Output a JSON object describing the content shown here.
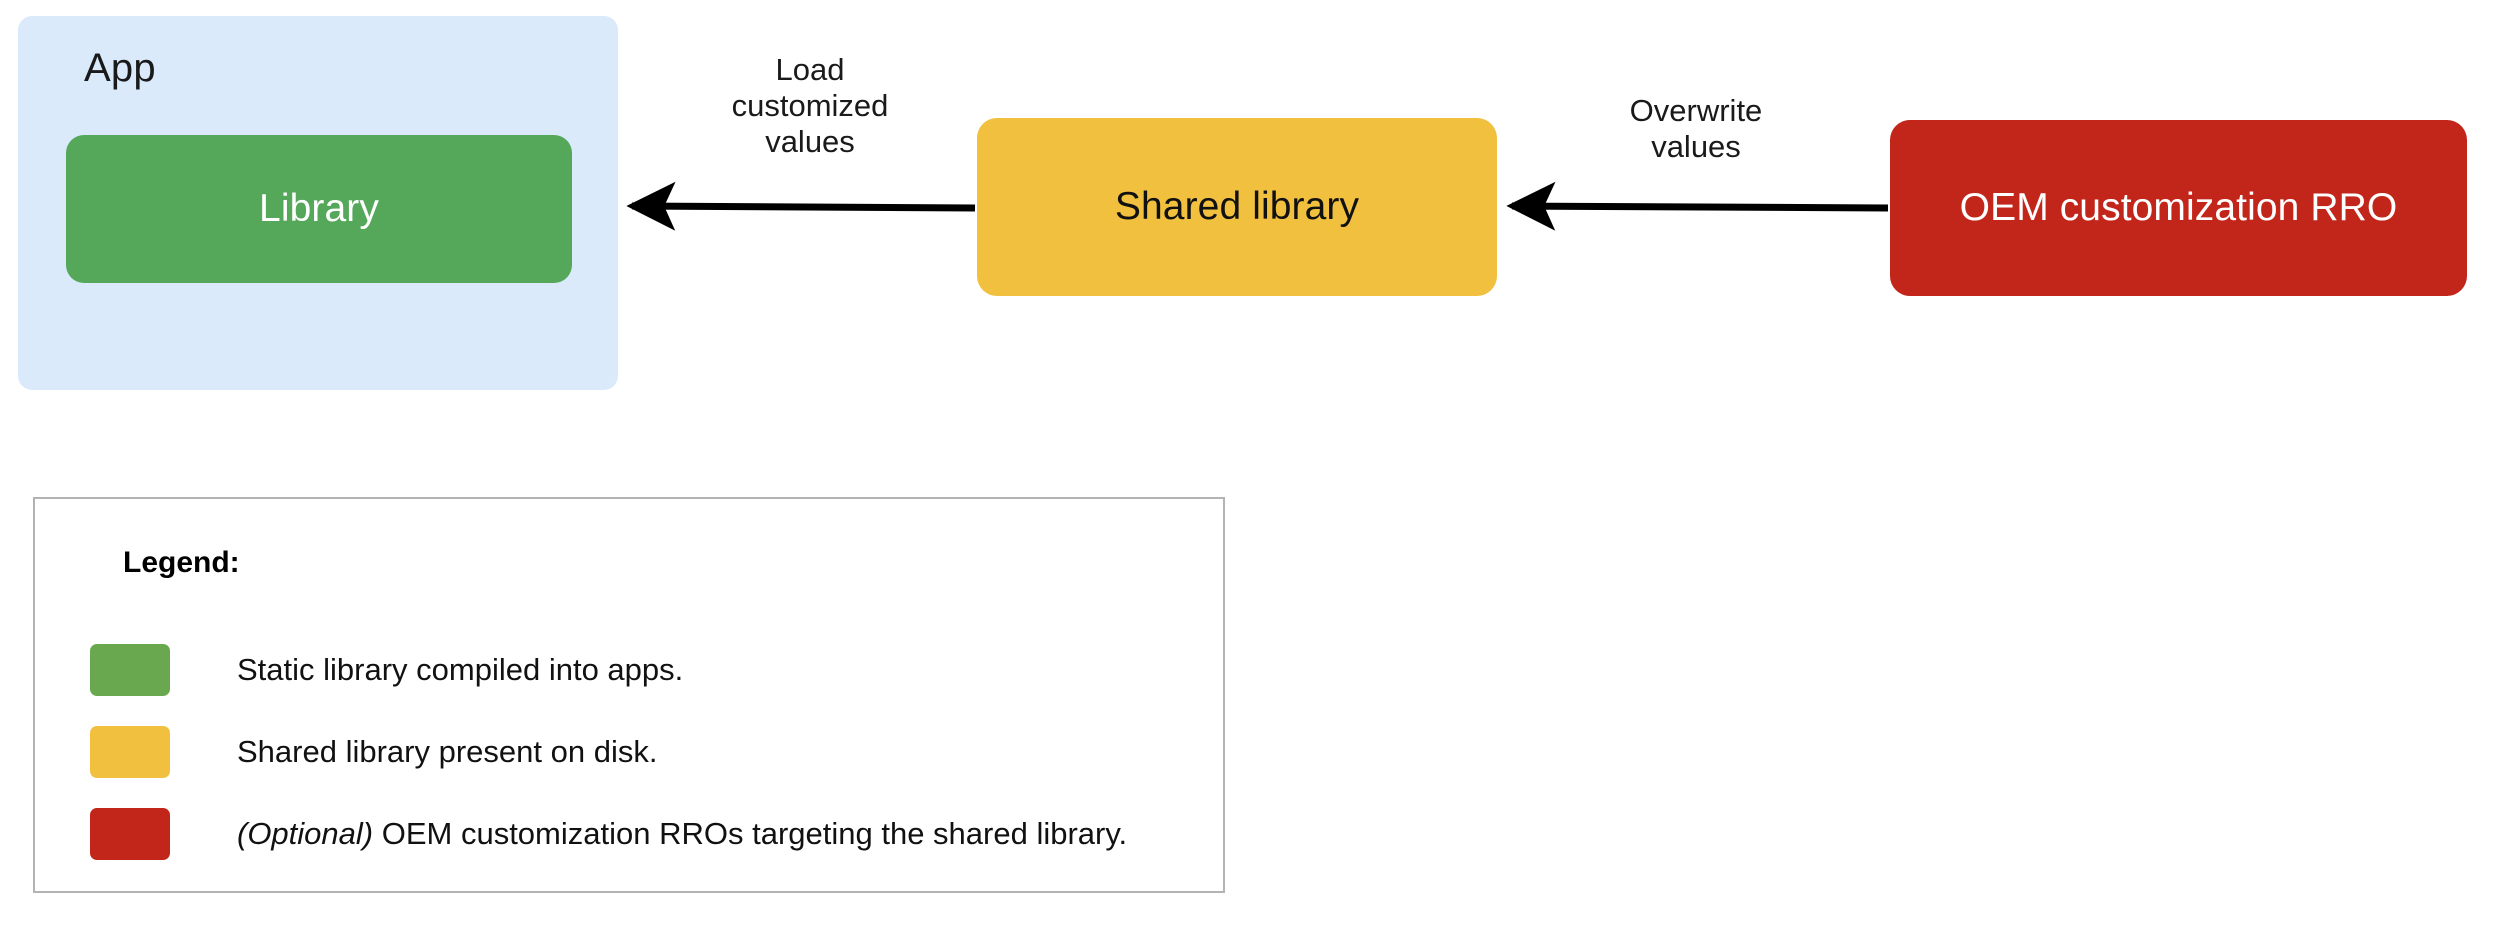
{
  "diagram": {
    "app_container": {
      "label": "App",
      "color": "#dbeafb"
    },
    "nodes": [
      {
        "id": "library",
        "label": "Library",
        "fill": "#55a75a",
        "text_color": "#ffffff"
      },
      {
        "id": "shared-lib",
        "label": "Shared library",
        "fill": "#f0c03e",
        "text_color": "#111111"
      },
      {
        "id": "oem-rro",
        "label": "OEM customization RRO",
        "fill": "#c2261b",
        "text_color": "#ffffff"
      }
    ],
    "edges": [
      {
        "id": "shared-to-library",
        "from": "shared-lib",
        "to": "library",
        "label": "Load\ncustomized\nvalues",
        "direction": "left",
        "color": "#000000"
      },
      {
        "id": "oem-to-shared",
        "from": "oem-rro",
        "to": "shared-lib",
        "label": "Overwrite\nvalues",
        "direction": "left",
        "color": "#000000"
      }
    ]
  },
  "legend": {
    "title": "Legend:",
    "border_color": "#b3b3b3",
    "items": [
      {
        "swatch_color": "#6aa84f",
        "emphasis": "",
        "text": "Static library compiled into apps."
      },
      {
        "swatch_color": "#f0c03e",
        "emphasis": "",
        "text": "Shared library present on disk."
      },
      {
        "swatch_color": "#c2261b",
        "emphasis": "(Optional)",
        "text": " OEM customization RROs targeting the shared library."
      }
    ]
  }
}
